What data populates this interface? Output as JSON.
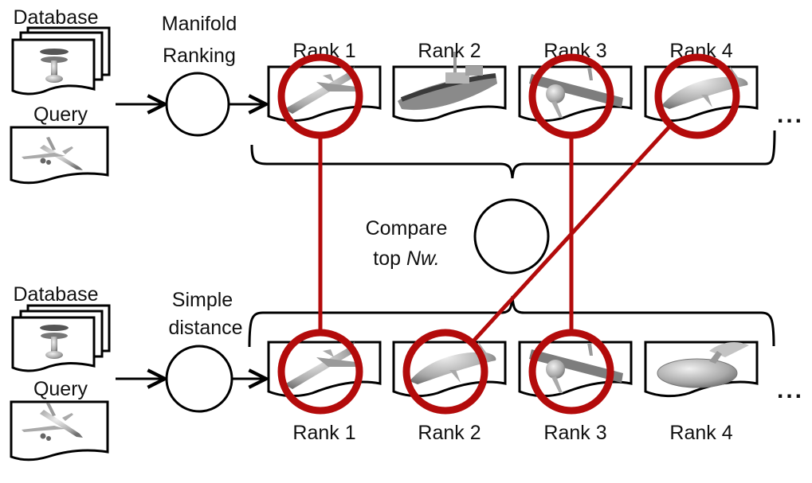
{
  "colors": {
    "ink": "#000000",
    "highlight": "#b30b0b",
    "model_fill": "#c9c9c9"
  },
  "top_pipeline": {
    "database_label": "Database",
    "query_label": "Query",
    "method_label_line1": "Manifold",
    "method_label_line2": "Ranking",
    "results": [
      {
        "label": "Rank 1",
        "model": "fighter-jet-model",
        "highlighted": true
      },
      {
        "label": "Rank 2",
        "model": "warship-model",
        "highlighted": false
      },
      {
        "label": "Rank 3",
        "model": "propeller-plane-model",
        "highlighted": true
      },
      {
        "label": "Rank 4",
        "model": "dolphin-model",
        "highlighted": true
      }
    ],
    "ellipsis": "..."
  },
  "bottom_pipeline": {
    "database_label": "Database",
    "query_label": "Query",
    "method_label_line1": "Simple",
    "method_label_line2": "distance",
    "results": [
      {
        "label": "Rank 1",
        "model": "fighter-jet-model",
        "highlighted": true
      },
      {
        "label": "Rank 2",
        "model": "dolphin-model",
        "highlighted": true
      },
      {
        "label": "Rank 3",
        "model": "propeller-plane-model",
        "highlighted": true
      },
      {
        "label": "Rank 4",
        "model": "starship-model",
        "highlighted": false
      }
    ],
    "ellipsis": "..."
  },
  "compare": {
    "label_line1": "Compare",
    "label_line2_prefix": "top ",
    "label_line2_italic": "Nw."
  },
  "matches": [
    {
      "top_rank": 1,
      "bottom_rank": 1
    },
    {
      "top_rank": 3,
      "bottom_rank": 3
    },
    {
      "top_rank": 4,
      "bottom_rank": 2
    }
  ]
}
